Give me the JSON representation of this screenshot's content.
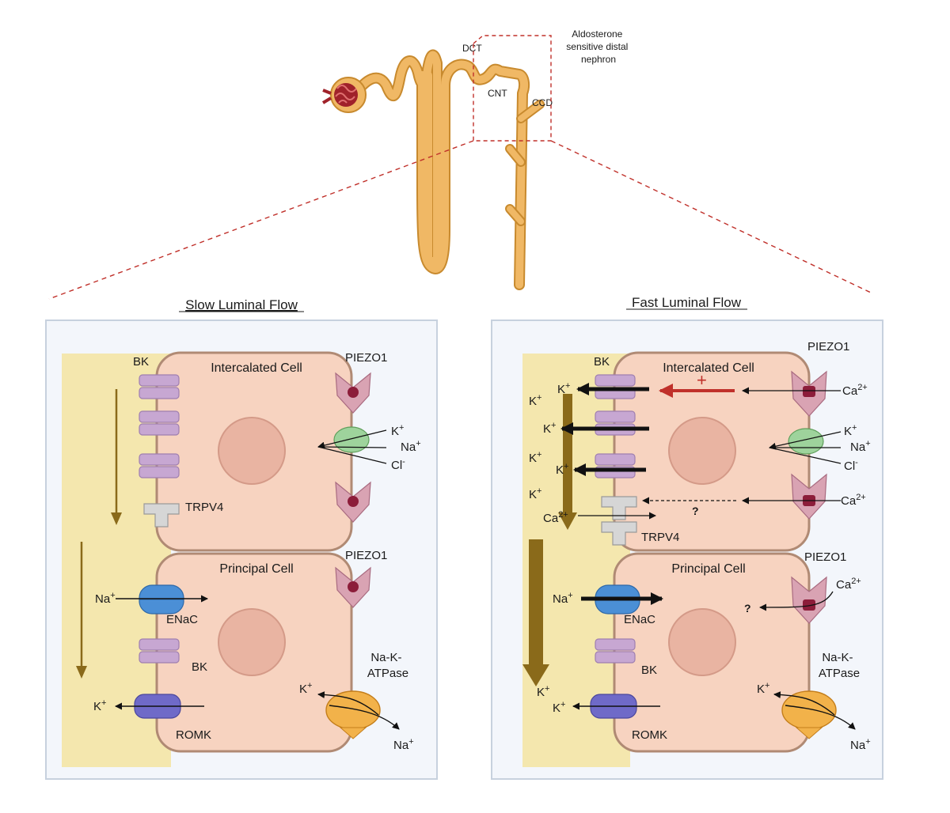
{
  "nephron": {
    "segment_dct": "DCT",
    "segment_cnt": "CNT",
    "segment_ccd": "CCD",
    "callout": [
      "Aldosterone",
      "sensitive distal",
      "nephron"
    ]
  },
  "panels": {
    "slow": {
      "title": "Slow Luminal Flow",
      "intercalated_label": "Intercalated Cell",
      "principal_label": "Principal Cell",
      "bk_top": "BK",
      "piezo1_top": "PIEZO1",
      "piezo1_bottom": "PIEZO1",
      "trpv4": "TRPV4",
      "enac": "ENaC",
      "bk_bottom": "BK",
      "romk": "ROMK",
      "atpase": [
        "Na-K-",
        "ATPase"
      ],
      "ion_k": "K",
      "ion_na": "Na",
      "ion_cl": "Cl",
      "plus_sup": "+",
      "minus_sup": "-"
    },
    "fast": {
      "title": "Fast Luminal Flow",
      "intercalated_label": "Intercalated Cell",
      "principal_label": "Principal Cell",
      "bk_top": "BK",
      "piezo1_top": "PIEZO1",
      "piezo1_bottom": "PIEZO1",
      "trpv4": "TRPV4",
      "enac": "ENaC",
      "bk_bottom": "BK",
      "romk": "ROMK",
      "atpase": [
        "Na-K-",
        "ATPase"
      ],
      "ion_k": "K",
      "ion_na": "Na",
      "ion_cl": "Cl",
      "ion_ca": "Ca",
      "ca_sup": "2+",
      "plus_sup": "+",
      "minus_sup": "-",
      "activation_sign": "+",
      "unknown": "?"
    }
  },
  "colors": {
    "nephron": "#f0b865",
    "nephron_outline": "#c88a2e",
    "glomerulus": "#a0222a",
    "lumen": "#f4e7ae",
    "panel_bg": "#f3f6fb",
    "panel_border": "#c7d1de",
    "cell_fill": "#f7d3c0",
    "cell_border": "#b08a74",
    "nucleus": "#e9b4a2",
    "bk": "#c7a7d2",
    "piezo": "#d9a3b3",
    "piezo_core": "#8c1d3a",
    "trpv4": "#d6d6d6",
    "enac": "#4b8fd6",
    "romk": "#6f6ac8",
    "atpase": "#f2b24a",
    "cotransporter": "#9ed39c",
    "flow_arrow": "#8a6a1a",
    "activation_arrow": "#c0302a",
    "dash": "#c0302a"
  }
}
